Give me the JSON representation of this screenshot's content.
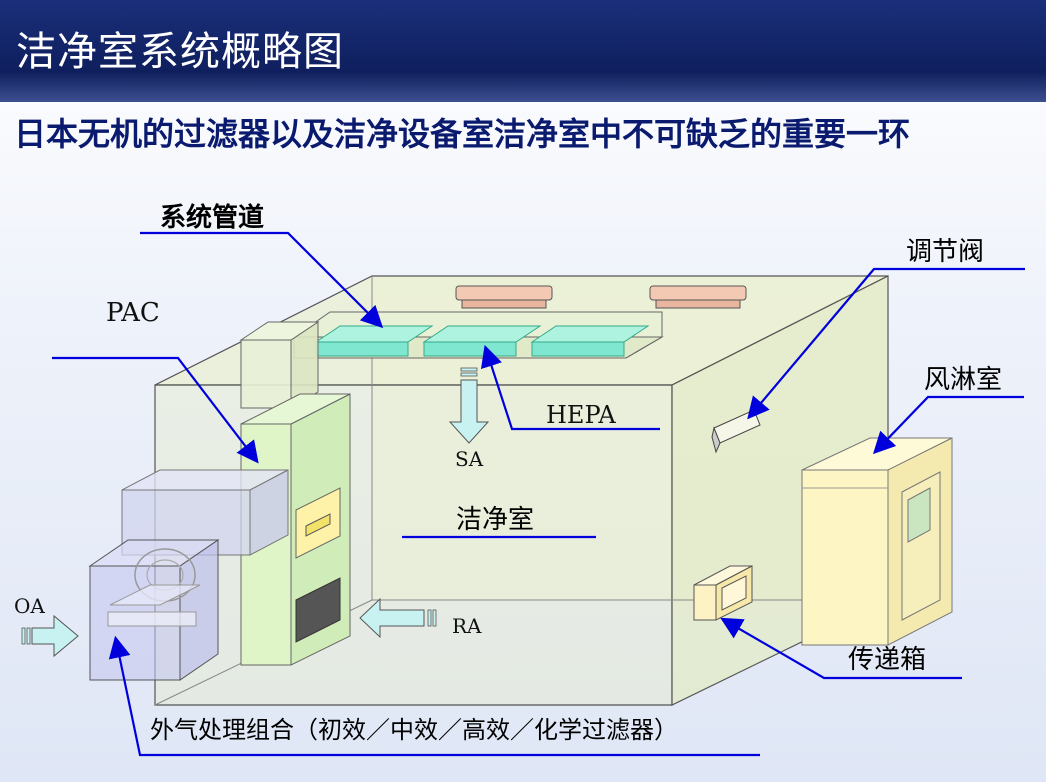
{
  "title": "洁净室系统概略图",
  "subtitle": "日本无机的过滤器以及洁净设备室洁净室中不可缺乏的重要一环",
  "labels": {
    "duct": "系统管道",
    "pac": "PAC",
    "damper": "调节阀",
    "air_shower": "风淋室",
    "hepa": "HEPA",
    "sa": "SA",
    "cleanroom": "洁净室",
    "oa": "OA",
    "ra": "RA",
    "pass_box": "传递箱",
    "outdoor_unit": "外气处理组合（初效／中效／高效／化学过滤器）"
  },
  "colors": {
    "title_bar": "#14286b",
    "subtitle": "#0a1a6e",
    "leader_line": "#0000dd",
    "room_fill": "#e6eecd",
    "hepa_fill": "#7fe6cf",
    "diffuser_fill": "#f4c9b4",
    "airflow_arrow": "#c8f2f2",
    "air_shower_fill": "#fdf6c4"
  }
}
